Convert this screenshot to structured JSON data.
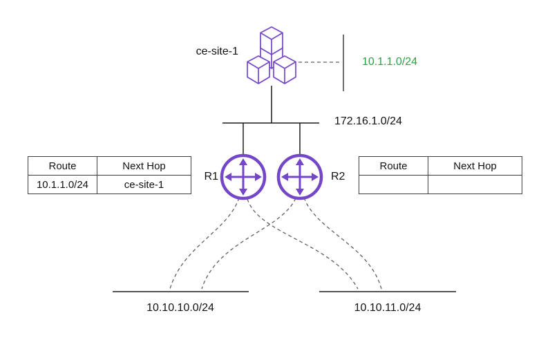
{
  "colors": {
    "purple": "#7447c8",
    "green": "#2f9e44",
    "ink": "#1c1c1c",
    "muted": "#5f5f5f"
  },
  "site": {
    "label": "ce-site-1",
    "network": "10.1.1.0/24"
  },
  "lan": {
    "label": "172.16.1.0/24"
  },
  "routers": [
    {
      "label": "R1"
    },
    {
      "label": "R2"
    }
  ],
  "networks": [
    {
      "label": "10.10.10.0/24"
    },
    {
      "label": "10.10.11.0/24"
    }
  ],
  "tables": {
    "r1": {
      "headers": [
        "Route",
        "Next Hop"
      ],
      "rows": [
        [
          "10.1.1.0/24",
          "ce-site-1"
        ]
      ]
    },
    "r2": {
      "headers": [
        "Route",
        "Next Hop"
      ],
      "rows": [
        [
          "",
          ""
        ]
      ]
    }
  }
}
